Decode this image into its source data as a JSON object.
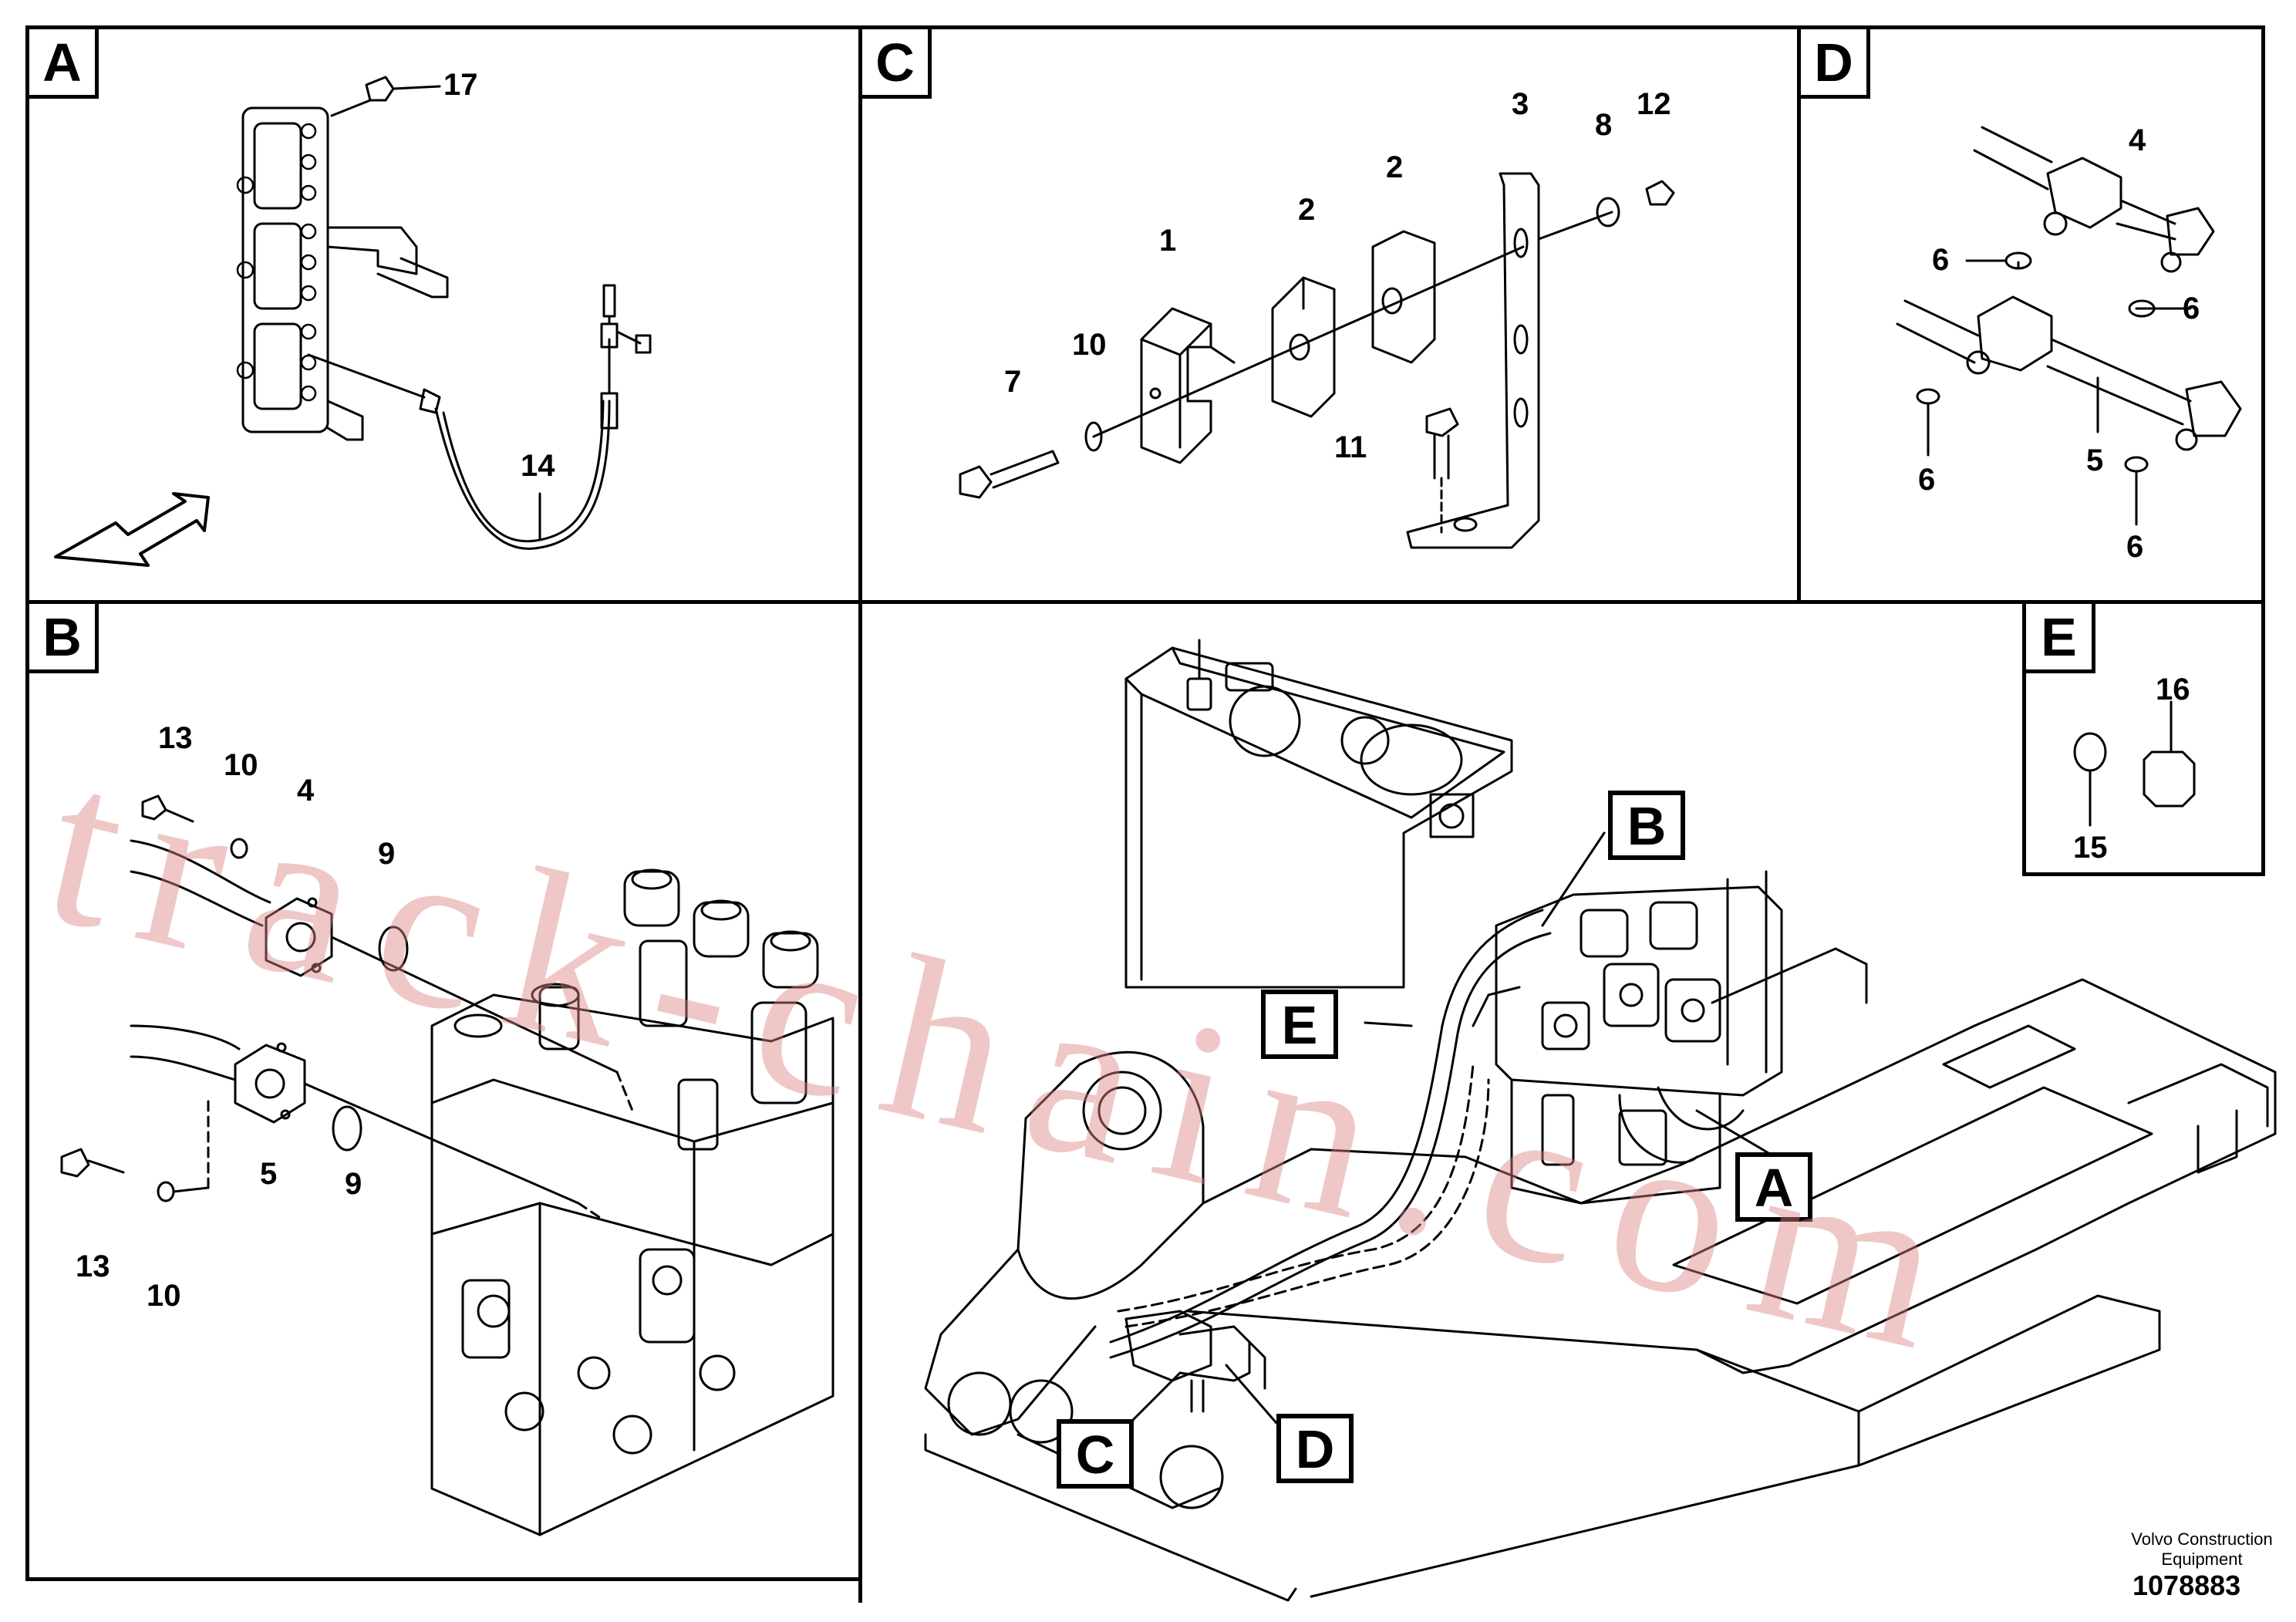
{
  "panels": {
    "a": "A",
    "b": "B",
    "c": "C",
    "d": "D",
    "e": "E"
  },
  "callouts": {
    "a": [
      "17",
      "14"
    ],
    "b": [
      "13",
      "10",
      "4",
      "9",
      "5",
      "9",
      "13",
      "10"
    ],
    "c": [
      "1",
      "2",
      "2",
      "3",
      "8",
      "12",
      "7",
      "10",
      "11"
    ],
    "d": [
      "4",
      "6",
      "6",
      "6",
      "5",
      "6"
    ],
    "e": [
      "16",
      "15"
    ]
  },
  "overview_tags": {
    "b": "B",
    "e": "E",
    "a": "A",
    "c": "C",
    "d": "D"
  },
  "footer": {
    "credit": "Volvo Construction Equipment",
    "doc_number": "1078883"
  },
  "watermark": "track-chain.com",
  "colors": {
    "line": "#000000",
    "watermark": "#dc8282"
  }
}
